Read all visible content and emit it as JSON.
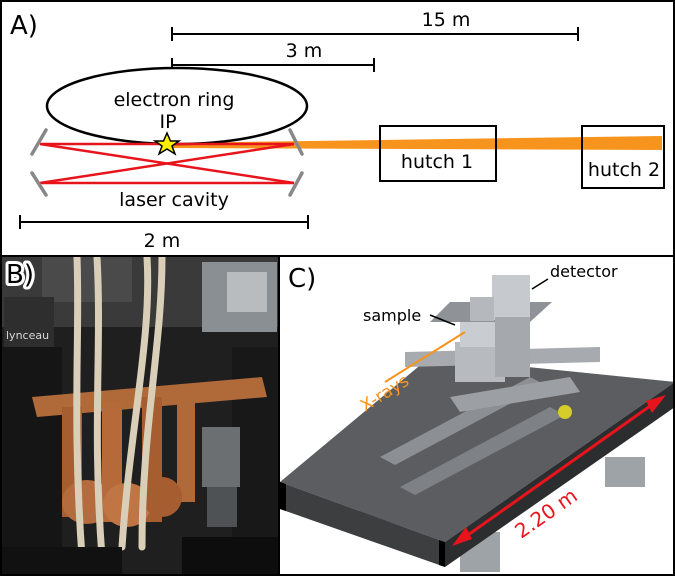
{
  "panel_a": {
    "label": "A)",
    "scale_15m": "15 m",
    "scale_3m": "3 m",
    "scale_2m": "2 m",
    "ring_label": "electron ring",
    "ip_label": "IP",
    "cavity_label": "laser cavity",
    "hutch1_label": "hutch 1",
    "hutch2_label": "hutch 2",
    "colors": {
      "laser": "#e8141c",
      "xray": "#f7941d",
      "star": "#ffee00"
    }
  },
  "panel_b": {
    "label": "B)",
    "logo_text": "lynceau"
  },
  "panel_c": {
    "label": "C)",
    "detector_label": "detector",
    "sample_label": "sample",
    "xray_label": "X-rays",
    "table_length_label": "2.20 m",
    "colors": {
      "xray_text": "#f7941d",
      "dimension": "#e8141c"
    }
  }
}
